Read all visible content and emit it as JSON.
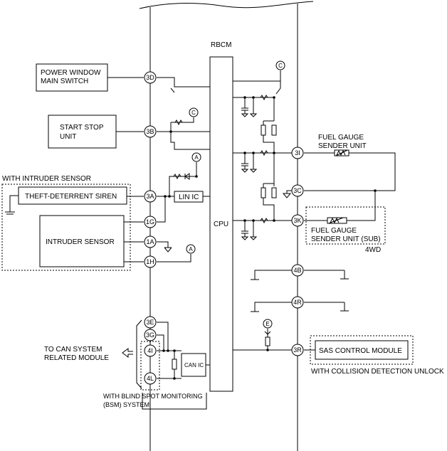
{
  "module": {
    "name": "RBCM",
    "cpu": "CPU"
  },
  "components": {
    "power_window": [
      "POWER WINDOW",
      "MAIN SWITCH"
    ],
    "start_stop": [
      "START STOP",
      "UNIT"
    ],
    "intruder_group": "WITH INTRUDER SENSOR",
    "siren": "THEFT-DETERRENT SIREN",
    "intruder_sensor": "INTRUDER SENSOR",
    "lin_ic": "LIN IC",
    "can_ic": "CAN IC",
    "can_system": [
      "TO CAN SYSTEM",
      "RELATED MODULE"
    ],
    "bsm": [
      "WITH BLIND SPOT MONITORING",
      "(BSM) SYSTEM"
    ],
    "fuel_gauge": [
      "FUEL GAUGE",
      "SENDER UNIT"
    ],
    "fuel_gauge_sub": [
      "FUEL GAUGE",
      "SENDER UNIT (SUB)"
    ],
    "four_wd": "4WD",
    "sas": "SAS CONTROL MODULE",
    "collision": "WITH COLLISION DETECTION UNLOCK"
  },
  "terminals": {
    "t3D": "3D",
    "t3B": "3B",
    "t3A": "3A",
    "t1G": "1G",
    "t1A": "1A",
    "t1H": "1H",
    "t3E": "3E",
    "t3G": "3G",
    "t4I": "4I",
    "t4L": "4L",
    "t3I": "3I",
    "t3C": "3C",
    "t3K": "3K",
    "t4B": "4B",
    "t4R": "4R",
    "t3R": "3R"
  },
  "refs": {
    "a": "A",
    "c": "C",
    "e": "E"
  }
}
